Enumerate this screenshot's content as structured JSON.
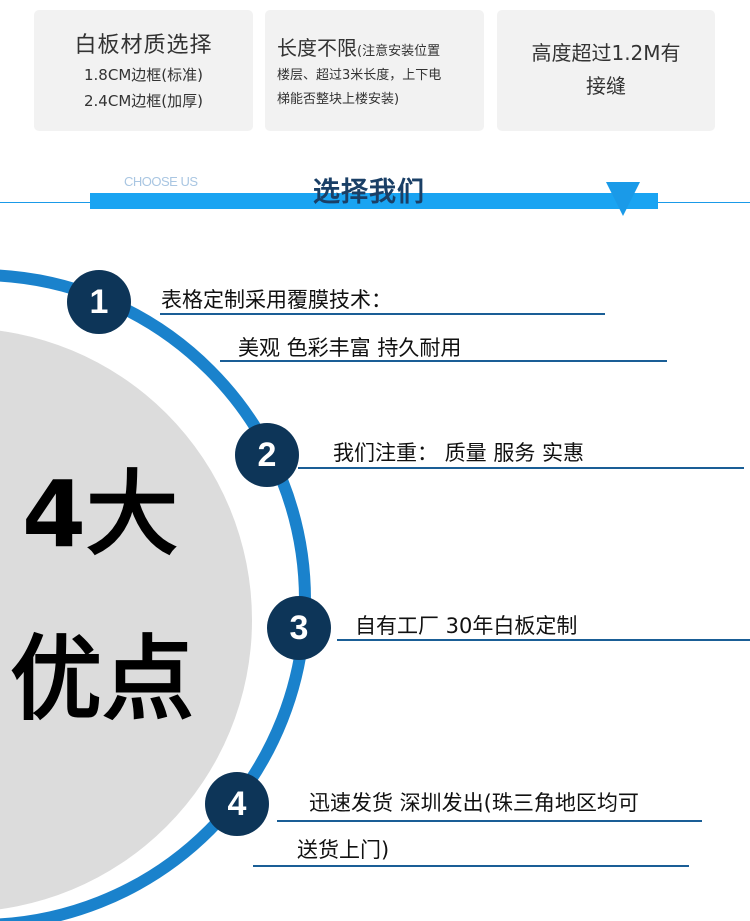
{
  "cards": [
    {
      "title": "白板材质选择",
      "lines": [
        "1.8CM边框(标准)",
        "2.4CM边框(加厚)"
      ]
    },
    {
      "title": "长度不限",
      "title_note": "(注意安装位置",
      "lines": [
        "楼层、超过3米长度，上下电",
        "梯能否整块上楼安装)"
      ]
    },
    {
      "lines": [
        "高度超过1.2M有",
        "接缝"
      ]
    }
  ],
  "section": {
    "subtitle": "CHOOSE US",
    "title": "选择我们"
  },
  "headline": {
    "line1": "4大",
    "line2": "优点"
  },
  "advantages": [
    {
      "number": "1",
      "lines": [
        "表格定制采用覆膜技术：",
        "美观  色彩丰富  持久耐用"
      ]
    },
    {
      "number": "2",
      "lines": [
        "我们注重：  质量   服务   实惠"
      ]
    },
    {
      "number": "3",
      "lines": [
        "自有工厂  30年白板定制"
      ]
    },
    {
      "number": "4",
      "lines": [
        "迅速发货 深圳发出(珠三角地区均可",
        "送货上门)"
      ]
    }
  ],
  "colors": {
    "accent": "#1a9ae8",
    "dark": "#0d3558",
    "underline": "#1a5e96",
    "card_bg": "#f2f2f2",
    "disc": "#dcdcdc"
  }
}
